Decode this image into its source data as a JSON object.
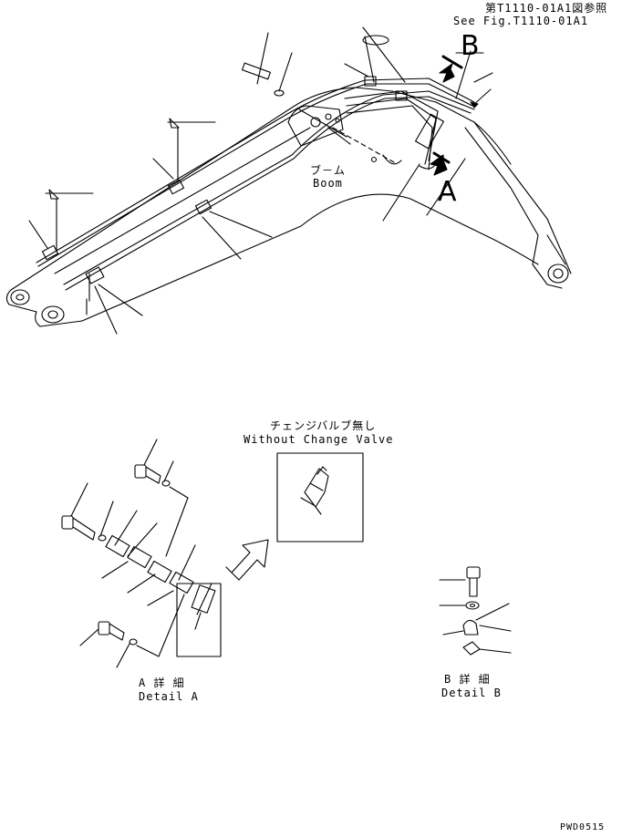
{
  "header": {
    "ref_line1": "第T1110-01A1図参照",
    "ref_line2": "See Fig.T1110-01A1"
  },
  "callouts": {
    "label_a": "A",
    "label_b": "B"
  },
  "boom": {
    "label_jp": "ブ－ム",
    "label_en": "Boom"
  },
  "without_change_valve": {
    "label_jp": "チェンジバルブ無し",
    "label_en": "Without Change Valve"
  },
  "detail_a": {
    "label_jp": "A 詳 細",
    "label_en": "Detail A"
  },
  "detail_b": {
    "label_jp": "B 詳 細",
    "label_en": "Detail B"
  },
  "footer": {
    "drawing_code": "PWD0515"
  },
  "style": {
    "line_color": "#000000",
    "background": "#ffffff"
  }
}
